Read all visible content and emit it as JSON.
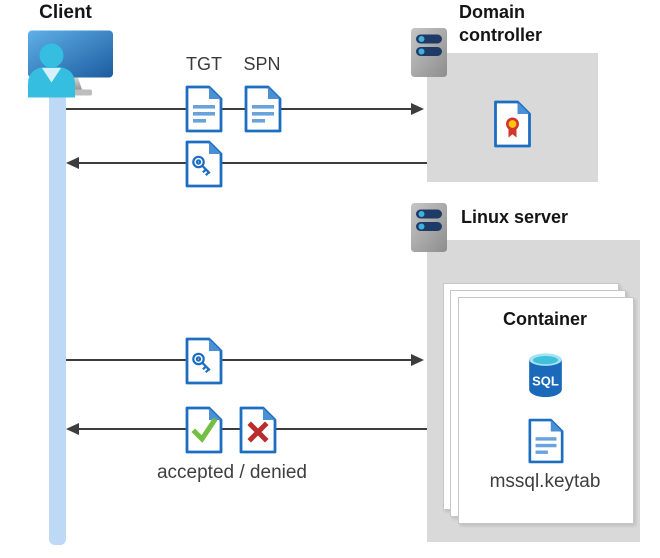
{
  "client": {
    "label": "Client"
  },
  "domain_controller": {
    "label": "Domain controller"
  },
  "linux_server": {
    "label": "Linux server"
  },
  "container": {
    "label": "Container",
    "sql_label": "SQL",
    "keytab_label": "mssql.keytab"
  },
  "flow": {
    "tgt_label": "TGT",
    "spn_label": "SPN",
    "result_label": "accepted / denied"
  },
  "colors": {
    "document_blue": "#1d6ec1",
    "document_fold_blue": "#4a90d4",
    "document_line_blue": "#6aa3dc",
    "accepted_green": "#72bf44",
    "denied_red": "#bb2d2d",
    "certificate_gold": "#ffc413",
    "certificate_red": "#d3352b",
    "panel_gray": "#d9d9d9",
    "lifeline_blue": "#bdd9f6",
    "arrow_gray": "#3d3d3d",
    "sql_body_blue": "#1a69ba",
    "sql_top_cyan": "#3fc0dd",
    "server_bar_navy": "#1e3a66",
    "server_dot_blue": "#41b1e1",
    "person_cyan": "#35bedf"
  }
}
